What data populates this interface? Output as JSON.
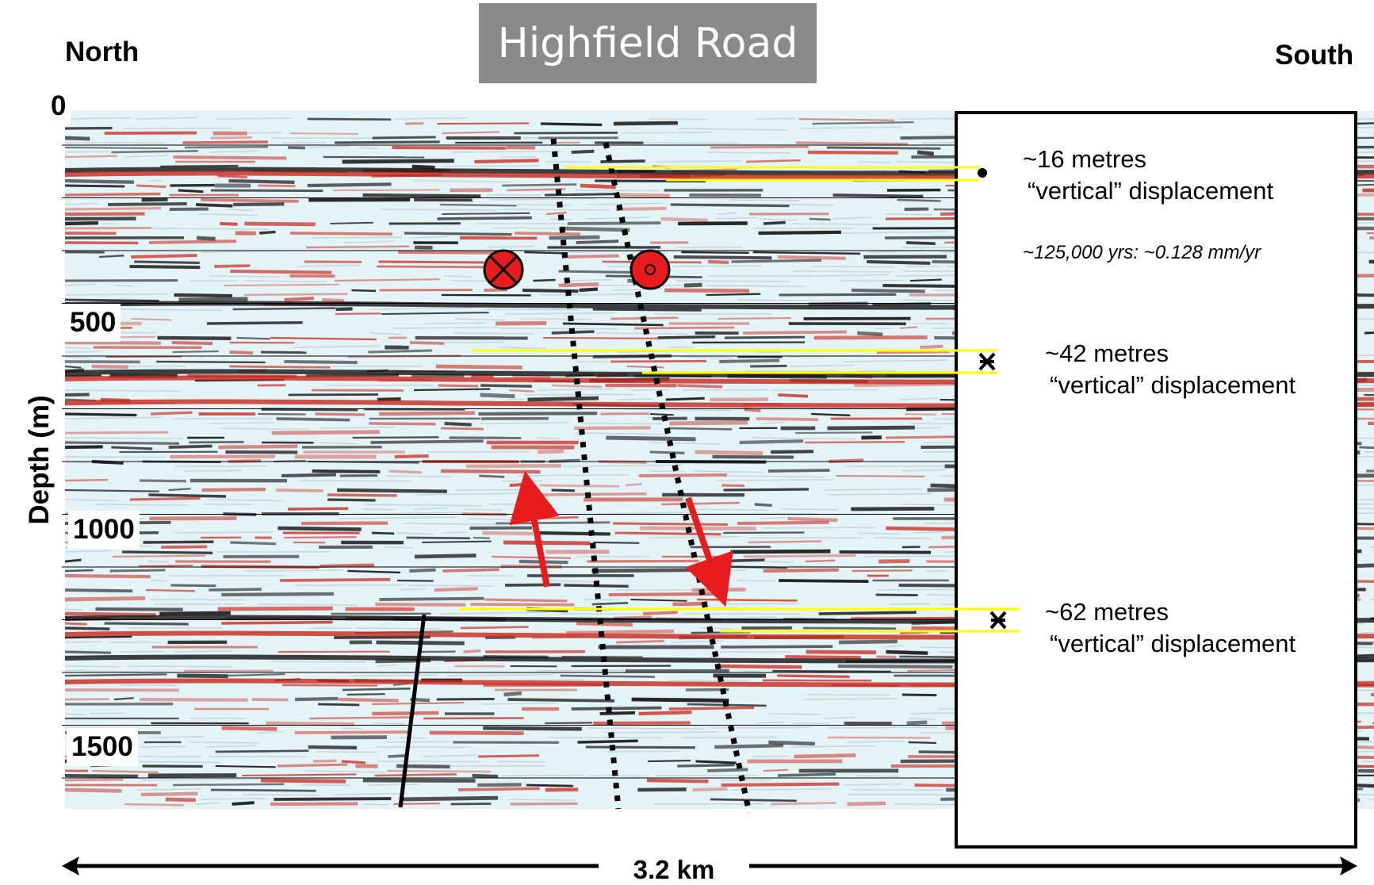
{
  "title": "Highfield Road",
  "direction_left": "North",
  "direction_right": "South",
  "axis": {
    "title": "Depth (m)",
    "tick_labels": [
      "0",
      "500",
      "1000",
      "1500"
    ]
  },
  "scale_bar": "3.2 km",
  "annotations": [
    {
      "amount": "~16 metres",
      "desc": "“vertical” displacement"
    },
    {
      "amount": "~42 metres",
      "desc": "“vertical” displacement"
    },
    {
      "amount": "~62 metres",
      "desc": "“vertical” displacement"
    }
  ],
  "rate_note": "~125,000 yrs: ~0.128 mm/yr",
  "colors": {
    "seismic_red": "#c8281e",
    "seismic_pale": "#e4f3f6",
    "marker_yellow": "#ffff00",
    "arrow_red": "#e81c1c",
    "title_box": "#8a8a8a"
  },
  "symbols": [
    "fault-into-page-symbol",
    "fault-out-of-page-symbol",
    "motion-up-arrow",
    "motion-down-arrow"
  ]
}
